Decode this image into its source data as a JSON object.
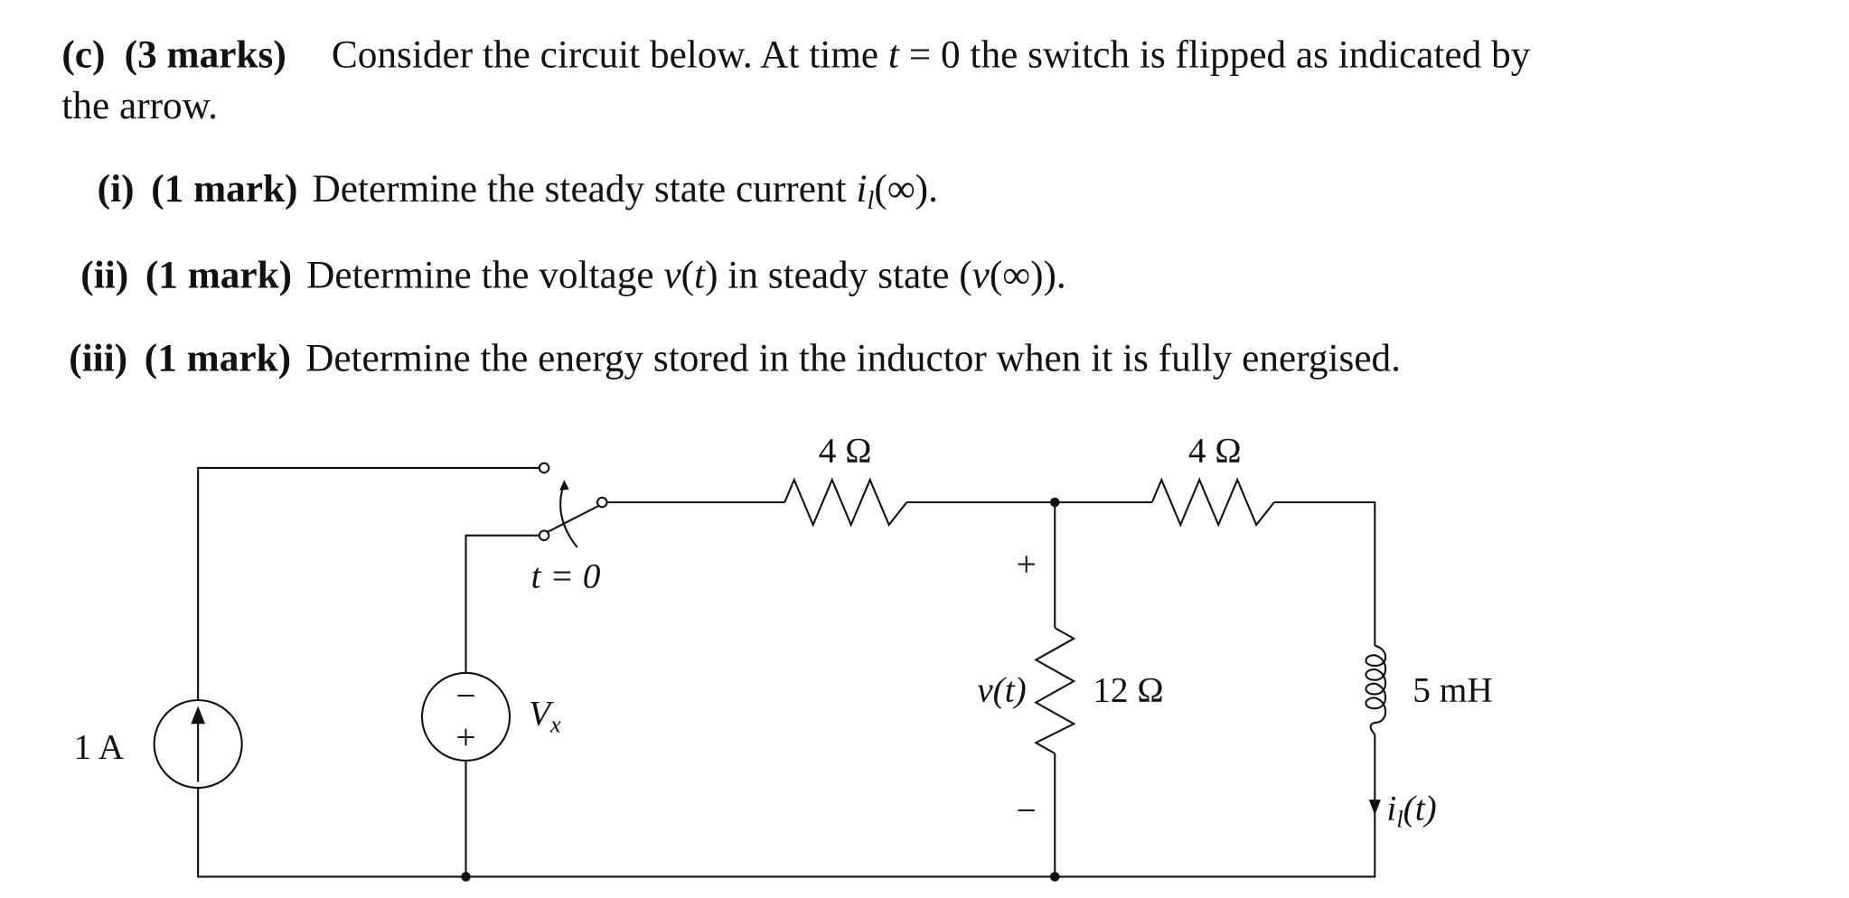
{
  "question": {
    "part_label": "(c)",
    "marks": "(3 marks)",
    "intro_a": "Consider the circuit below. At time ",
    "intro_t": "t",
    "intro_b": " = 0 the switch is flipped as indicated by",
    "intro_line2": "the arrow.",
    "subparts": [
      {
        "label": "(i)",
        "marks": "(1 mark)",
        "text_a": "Determine the steady state current ",
        "math": "i",
        "sub": "l",
        "text_b": "(∞)."
      },
      {
        "label": "(ii)",
        "marks": "(1 mark)",
        "text_a": "Determine the voltage ",
        "math": "v",
        "text_b": "(",
        "math2": "t",
        "text_c": ") in steady state (",
        "math3": "v",
        "text_d": "(∞))."
      },
      {
        "label": "(iii)",
        "marks": "(1 mark)",
        "text": "Determine the energy stored in the inductor when it is fully energised."
      }
    ]
  },
  "circuit": {
    "current_source": "1 A",
    "voltage_source": {
      "name": "V",
      "sub": "x",
      "minus": "−",
      "plus": "+"
    },
    "switch_label": "t = 0",
    "r1": "4 Ω",
    "r2": "4 Ω",
    "r3": "12 Ω",
    "inductor": "5 mH",
    "v_label": "v(t)",
    "v_plus": "+",
    "v_minus": "−",
    "i_label_main": "i",
    "i_label_sub": "l",
    "i_label_tail": "(t)"
  }
}
